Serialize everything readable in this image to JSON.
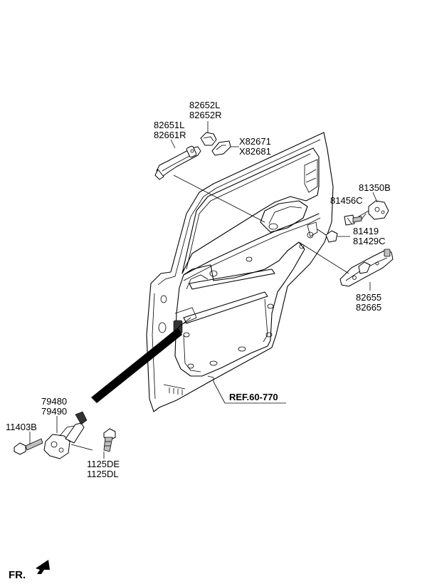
{
  "labels": {
    "p82652L": "82652L",
    "p82652R": "82652R",
    "p82651L": "82651L",
    "p82661R": "82661R",
    "pX82671": "X82671",
    "pX82681": "X82681",
    "p81350B": "81350B",
    "p81456C": "81456C",
    "p81419": "81419",
    "p81429C": "81429C",
    "p82655": "82655",
    "p82665": "82665",
    "p79480": "79480",
    "p79490": "79490",
    "p11403B": "11403B",
    "p1125DE": "1125DE",
    "p1125DL": "1125DL",
    "ref": "REF.60-770",
    "fr": "FR."
  }
}
